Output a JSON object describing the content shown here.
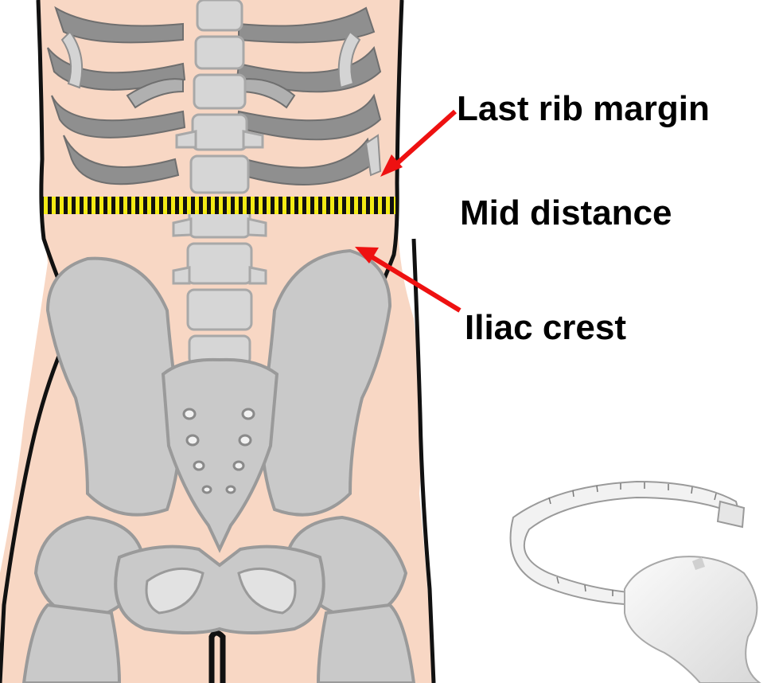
{
  "labels": {
    "last_rib_margin": "Last rib margin",
    "mid_distance": "Mid distance",
    "iliac_crest": "Iliac crest"
  },
  "colors": {
    "background": "#ffffff",
    "skin": "#f8d7c4",
    "bone_fill": "#c9c9c9",
    "bone_outline": "#9a9a9a",
    "rib_dark": "#8f8f8f",
    "body_outline": "#111111",
    "arrow": "#ee1111",
    "measure_line_yellow": "#f2ea16",
    "measure_line_black": "#111111",
    "tape": "#eeeeee"
  },
  "icons": {
    "measuring_tape": "measuring-tape-icon"
  }
}
